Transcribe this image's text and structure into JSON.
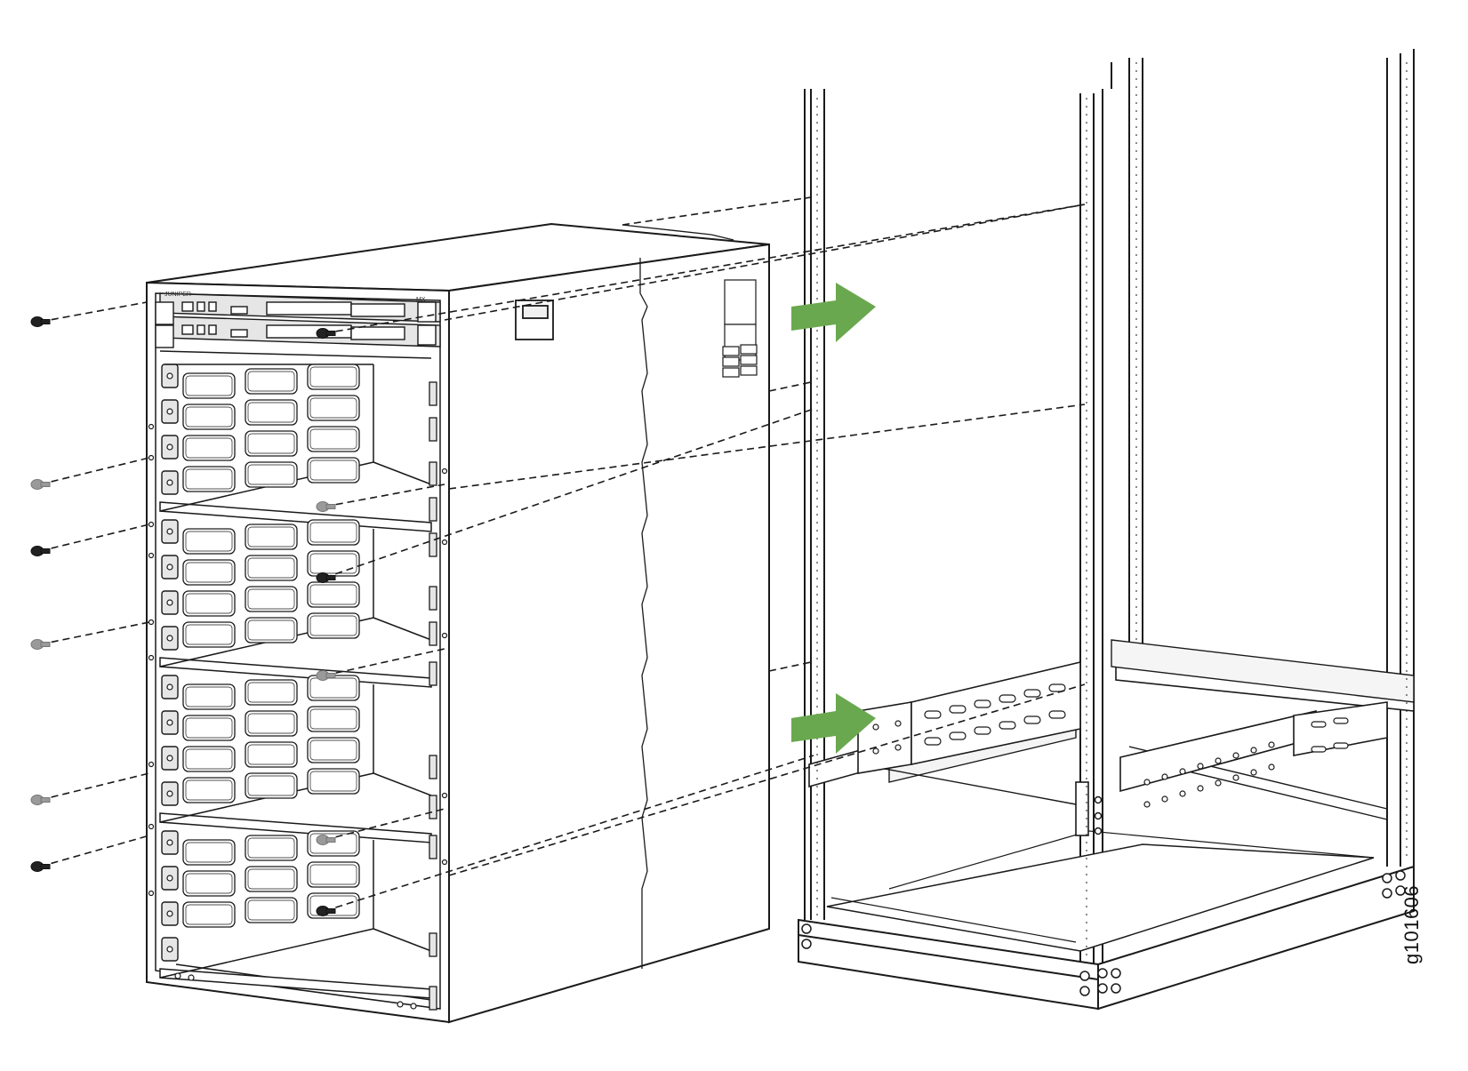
{
  "figure": {
    "id_label": "g101606",
    "chassis_logo": "JUNIPER",
    "chassis_model": "MX",
    "arrow_color": "#6aa84f",
    "line_color": "#1a1a1a",
    "screw_dark": "#222222",
    "screw_light": "#9a9a9a",
    "panel_gray": "#e6e6e6"
  }
}
